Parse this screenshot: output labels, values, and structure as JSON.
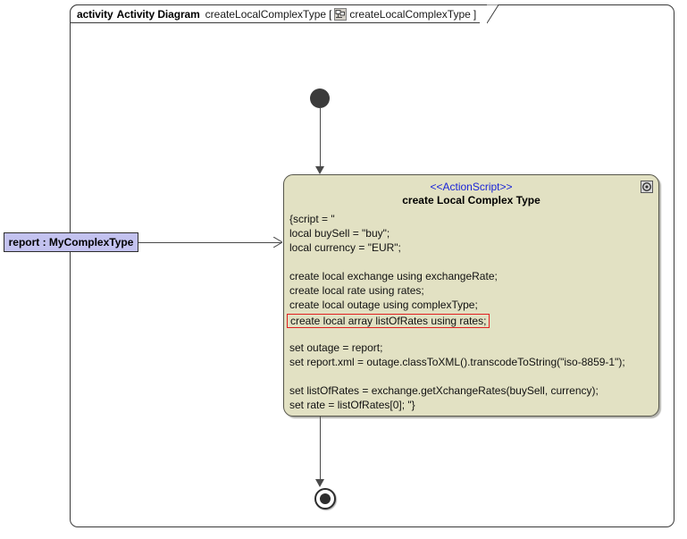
{
  "frame": {
    "kind_label": "activity",
    "diagram_type": "Activity Diagram",
    "diagram_name": "createLocalComplexType",
    "bracket_open": "[",
    "bracket_close": "]",
    "owner_name": "createLocalComplexType",
    "owner_icon": "activity-owner-icon"
  },
  "initial_node": {
    "icon": "initial-node-icon"
  },
  "final_node": {
    "icon": "activity-final-node-icon"
  },
  "object_node": {
    "label": "report : MyComplexType",
    "fill_color": "#c3c2ef",
    "border_color": "#2d2d2d"
  },
  "action_node": {
    "stereotype": "<<ActionScript>>",
    "stereotype_color": "#1a24d8",
    "title": "create Local Complex Type",
    "fill_color": "#e2e1c3",
    "border_color": "#55554a",
    "corner_icon": "action-script-icon",
    "script_lines": [
      {
        "text": "{script = \"",
        "highlighted": false
      },
      {
        "text": "local buySell = \"buy\";",
        "highlighted": false
      },
      {
        "text": "local currency = \"EUR\";",
        "highlighted": false
      },
      {
        "text": "",
        "highlighted": false
      },
      {
        "text": "create local exchange using exchangeRate;",
        "highlighted": false
      },
      {
        "text": "create local rate using rates;",
        "highlighted": false
      },
      {
        "text": "create local outage using complexType;",
        "highlighted": false
      },
      {
        "text": "create local array listOfRates using rates;",
        "highlighted": true
      },
      {
        "text": "",
        "highlighted": false
      },
      {
        "text": "set outage = report;",
        "highlighted": false
      },
      {
        "text": "set report.xml = outage.classToXML().transcodeToString(\"iso-8859-1\");",
        "highlighted": false
      },
      {
        "text": "",
        "highlighted": false
      },
      {
        "text": "set listOfRates = exchange.getXchangeRates(buySell, currency);",
        "highlighted": false
      },
      {
        "text": "set rate = listOfRates[0]; \"}",
        "highlighted": false
      }
    ],
    "highlight_color": "#e02020"
  },
  "edges": {
    "initial_to_action": "control-flow",
    "action_to_final": "control-flow",
    "object_to_action": "object-flow"
  }
}
